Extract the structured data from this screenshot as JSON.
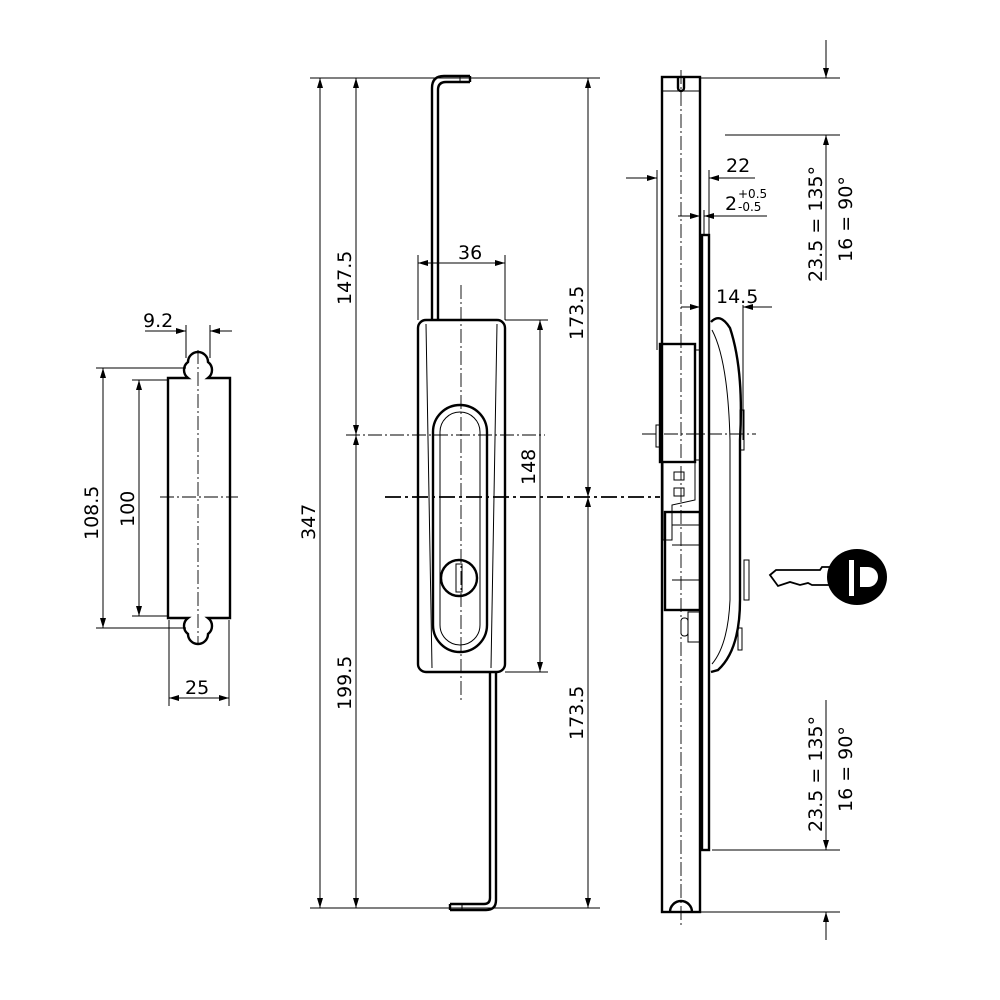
{
  "drawing": {
    "colors": {
      "line": "#000000",
      "background": "#ffffff"
    },
    "cutout_view": {
      "dim_width_lobe": "9.2",
      "dim_height_outer": "108.5",
      "dim_height_inner": "100",
      "dim_width": "25"
    },
    "front_view": {
      "dim_total_height": "347",
      "dim_upper": "147.5",
      "dim_lower": "199.5",
      "dim_handle_width": "36",
      "dim_handle_height": "148",
      "dim_half_upper": "173.5",
      "dim_half_lower": "173.5"
    },
    "side_view": {
      "dim_depth": "22",
      "dim_offset_base": "2",
      "dim_offset_tol_plus": "+0.5",
      "dim_offset_tol_minus": "-0.5",
      "dim_handle_depth": "14.5",
      "top_note_line1": "23.5  =  135°",
      "top_note_line2": "16   =  90°",
      "bottom_note_line1": "23.5  =  135°",
      "bottom_note_line2": "16   =  90°"
    }
  }
}
